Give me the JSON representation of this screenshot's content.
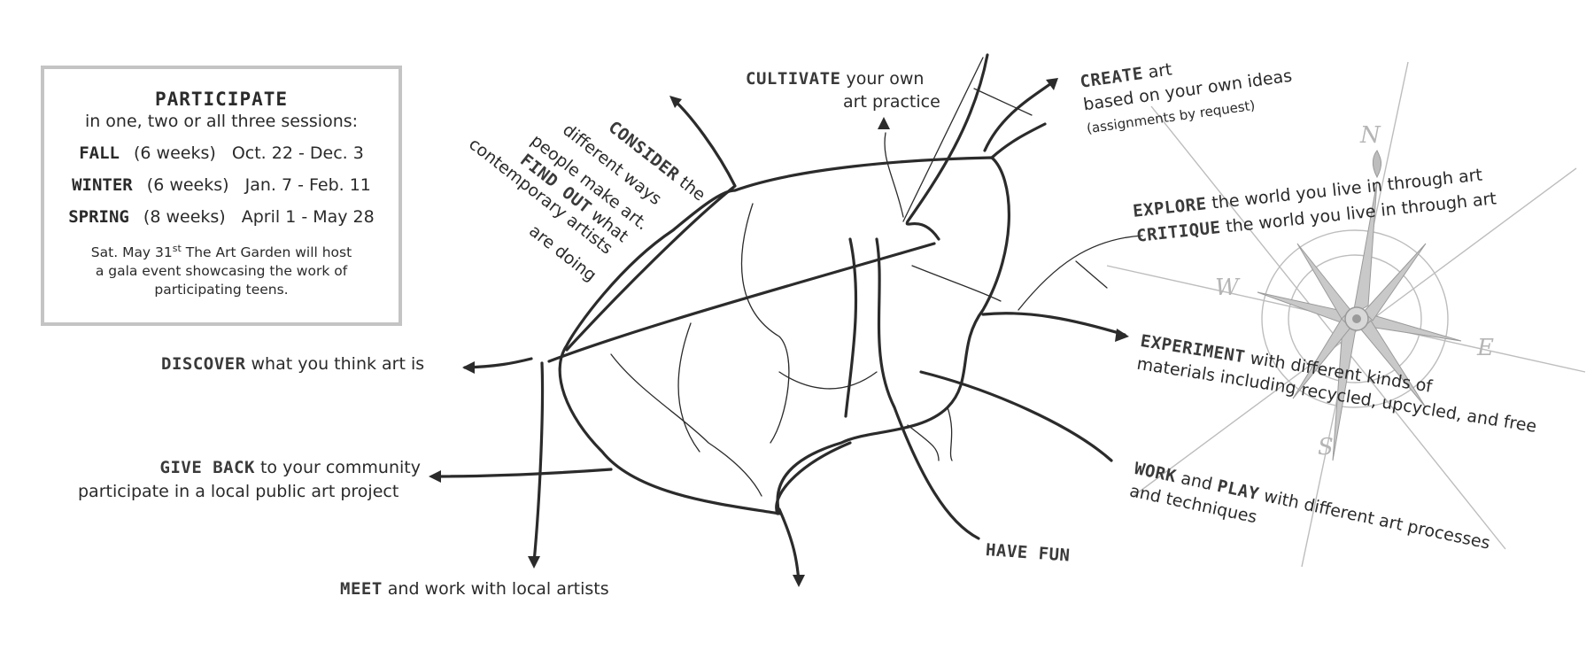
{
  "info_box": {
    "title": "PARTICIPATE",
    "subtitle": "in one, two or all three sessions:",
    "sessions": [
      {
        "name": "FALL",
        "duration": "(6 weeks)",
        "dates": "Oct. 22 - Dec. 3"
      },
      {
        "name": "WINTER",
        "duration": "(6 weeks)",
        "dates": "Jan. 7 - Feb. 11"
      },
      {
        "name": "SPRING",
        "duration": "(8 weeks)",
        "dates": "April 1 - May 28"
      }
    ],
    "note_date": "Sat. May 31",
    "note_sup": "st",
    "note_text": " The Art Garden will host",
    "note_line2": "a gala event showcasing the work of",
    "note_line3": "participating teens."
  },
  "labels": {
    "cultivate": {
      "kw": "CULTIVATE",
      "l1": "your own",
      "l2": "art practice"
    },
    "create": {
      "kw": "CREATE",
      "l1": "art",
      "l2": "based on your own ideas",
      "l3": "(assignments by request)"
    },
    "consider": {
      "kw": "CONSIDER",
      "l1": "the",
      "l2": "different ways",
      "l3": "people make art."
    },
    "find_out": {
      "kw": "FIND OUT",
      "l1": "what",
      "l2": "contemporary artists",
      "l3": "are doing"
    },
    "explore": {
      "kw": "EXPLORE",
      "text": "the world you live in through art"
    },
    "critique": {
      "kw": "CRITIQUE",
      "text": "the world you live in through art"
    },
    "discover": {
      "kw": "DISCOVER",
      "text": "what you think art is"
    },
    "experiment": {
      "kw": "EXPERIMENT",
      "l1": "with different kinds of",
      "l2": "materials including recycled, upcycled, and free"
    },
    "give_back": {
      "kw": "GIVE BACK",
      "l1": "to your community",
      "l2": "participate in a local public art project"
    },
    "work_play": {
      "kw1": "WORK",
      "mid": "and",
      "kw2": "PLAY",
      "l1": "with different art processes",
      "l2": "and techniques"
    },
    "meet": {
      "kw": "MEET",
      "text": "and work with local artists"
    },
    "have_fun": {
      "kw": "HAVE FUN"
    }
  },
  "compass": {
    "n": "N",
    "s": "S",
    "e": "E",
    "w": "W"
  },
  "colors": {
    "ink": "#2b2b2b",
    "box_border": "#c4c4c4",
    "compass": "#b5b5b5"
  }
}
